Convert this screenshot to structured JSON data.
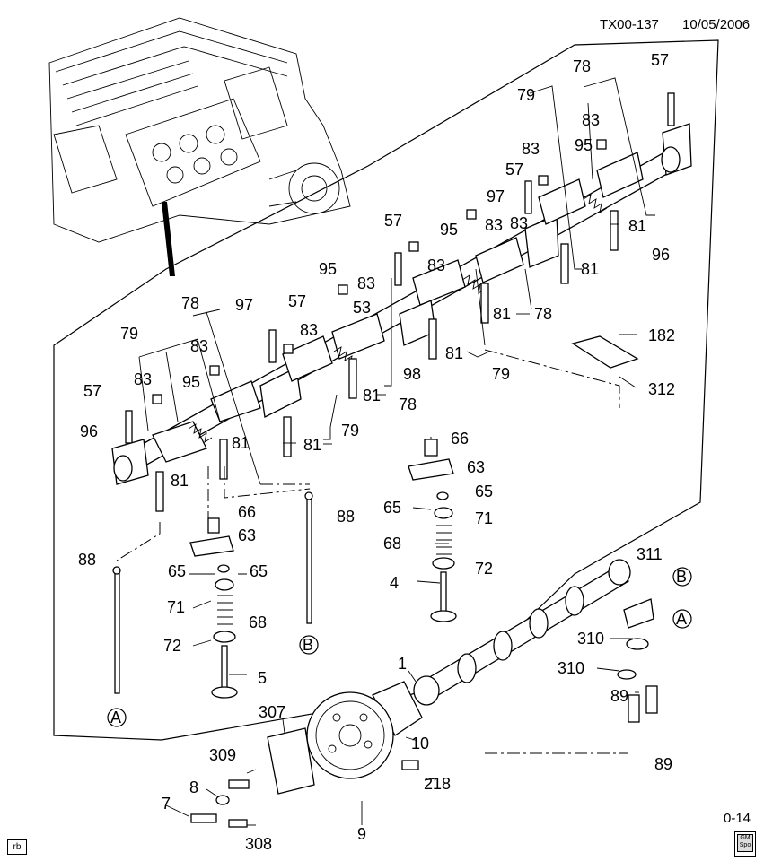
{
  "header": {
    "doc_id": "TX00-137",
    "date": "10/05/2006"
  },
  "footer": {
    "page_ref": "0-14",
    "corner_tag": "rb",
    "logo_text_1": "GM",
    "logo_text_2": "Spo"
  },
  "callouts": {
    "c57a": "57",
    "c78a": "78",
    "c83a": "83",
    "c79a": "79",
    "c95a": "95",
    "c83b": "83",
    "c57b": "57",
    "c97a": "97",
    "c83c": "83",
    "c81a": "81",
    "c81b": "81",
    "c96a": "96",
    "c78b": "78",
    "c95b": "95",
    "c83d": "83",
    "c57c": "57",
    "c83e": "83",
    "c81c": "81",
    "c53": "53",
    "c81d": "81",
    "c78c": "78",
    "c95c": "95",
    "c83f": "83",
    "c98": "98",
    "c81e": "81",
    "c79b": "79",
    "c182": "182",
    "c312": "312",
    "c78d": "78",
    "c79c": "79",
    "c83g": "83",
    "c57d": "57",
    "c97b": "97",
    "c83h": "83",
    "c95d": "95",
    "c57e": "57",
    "c83i": "83",
    "c81f": "81",
    "c96b": "96",
    "c81g": "81",
    "c79d": "79",
    "c81h": "81",
    "c66a": "66",
    "c63a": "63",
    "c88a": "88",
    "c65a": "65",
    "c65b": "65",
    "c71a": "71",
    "c68a": "68",
    "c72a": "72",
    "c5": "5",
    "c88b": "88",
    "c66b": "66",
    "c63b": "63",
    "c65c": "65",
    "c65d": "65",
    "c71b": "71",
    "c68b": "68",
    "c72b": "72",
    "c4": "4",
    "c311": "311",
    "c310a": "310",
    "c310b": "310",
    "c1": "1",
    "c89a": "89",
    "c89b": "89",
    "c307": "307",
    "c309": "309",
    "c8": "8",
    "c7": "7",
    "c308": "308",
    "c9": "9",
    "c10": "10",
    "c218": "218"
  },
  "references": {
    "refA1": "A",
    "refA2": "A",
    "refB1": "B",
    "refB2": "B"
  }
}
